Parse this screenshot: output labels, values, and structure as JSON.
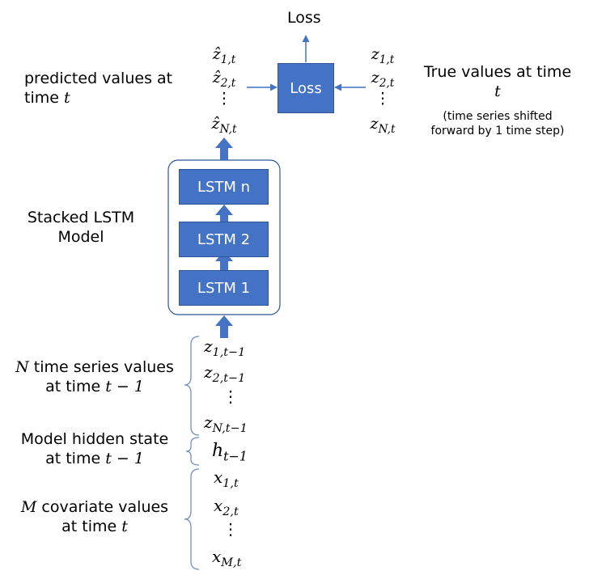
{
  "colors": {
    "box_fill": "#4472c4",
    "box_border": "#2f5597",
    "arrow": "#4472c4",
    "container_border": "#2f5597",
    "brace": "#6f8fc4"
  },
  "loss_output": {
    "label": "Loss"
  },
  "loss_box": {
    "label": "Loss"
  },
  "predicted": {
    "label_line1": "predicted values at",
    "label_line2_prefix": "time ",
    "label_line2_var": "t",
    "items": [
      {
        "base": "ẑ",
        "sub": "1,t"
      },
      {
        "base": "ẑ",
        "sub": "2,t"
      },
      {
        "base": "⋮",
        "sub": ""
      },
      {
        "base": "ẑ",
        "sub": "N,t"
      }
    ]
  },
  "true_values": {
    "label_line1": "True values at time",
    "label_line2_var": "t",
    "note_line1": "(time series shifted",
    "note_line2": "forward by 1 time step)",
    "items": [
      {
        "base": "z",
        "sub": "1,t"
      },
      {
        "base": "z",
        "sub": "2,t"
      },
      {
        "base": "⋮",
        "sub": ""
      },
      {
        "base": "z",
        "sub": "N,t"
      }
    ]
  },
  "model": {
    "label_line1": "Stacked LSTM",
    "label_line2": "Model",
    "layers": [
      "LSTM n",
      "LSTM 2",
      "LSTM 1"
    ]
  },
  "inputs": {
    "series": {
      "label_var": "N",
      "label_line1_rest": " time series values",
      "label_line2_prefix": "at time ",
      "label_line2_expr": "t − 1",
      "items": [
        {
          "base": "z",
          "sub": "1,t−1"
        },
        {
          "base": "z",
          "sub": "2,t−1"
        },
        {
          "base": "⋮",
          "sub": ""
        },
        {
          "base": "z",
          "sub": "N,t−1"
        }
      ]
    },
    "hidden": {
      "label_line1": "Model hidden state",
      "label_line2_prefix": "at time ",
      "label_line2_expr": "t − 1",
      "item": {
        "base": "h",
        "sub": "t−1"
      }
    },
    "covariates": {
      "label_var": "M",
      "label_line1_rest": " covariate values",
      "label_line2_prefix": "at time ",
      "label_line2_var": "t",
      "items": [
        {
          "base": "x",
          "sub": "1,t"
        },
        {
          "base": "x",
          "sub": "2,t"
        },
        {
          "base": "⋮",
          "sub": ""
        },
        {
          "base": "x",
          "sub": "M,t"
        }
      ]
    }
  }
}
